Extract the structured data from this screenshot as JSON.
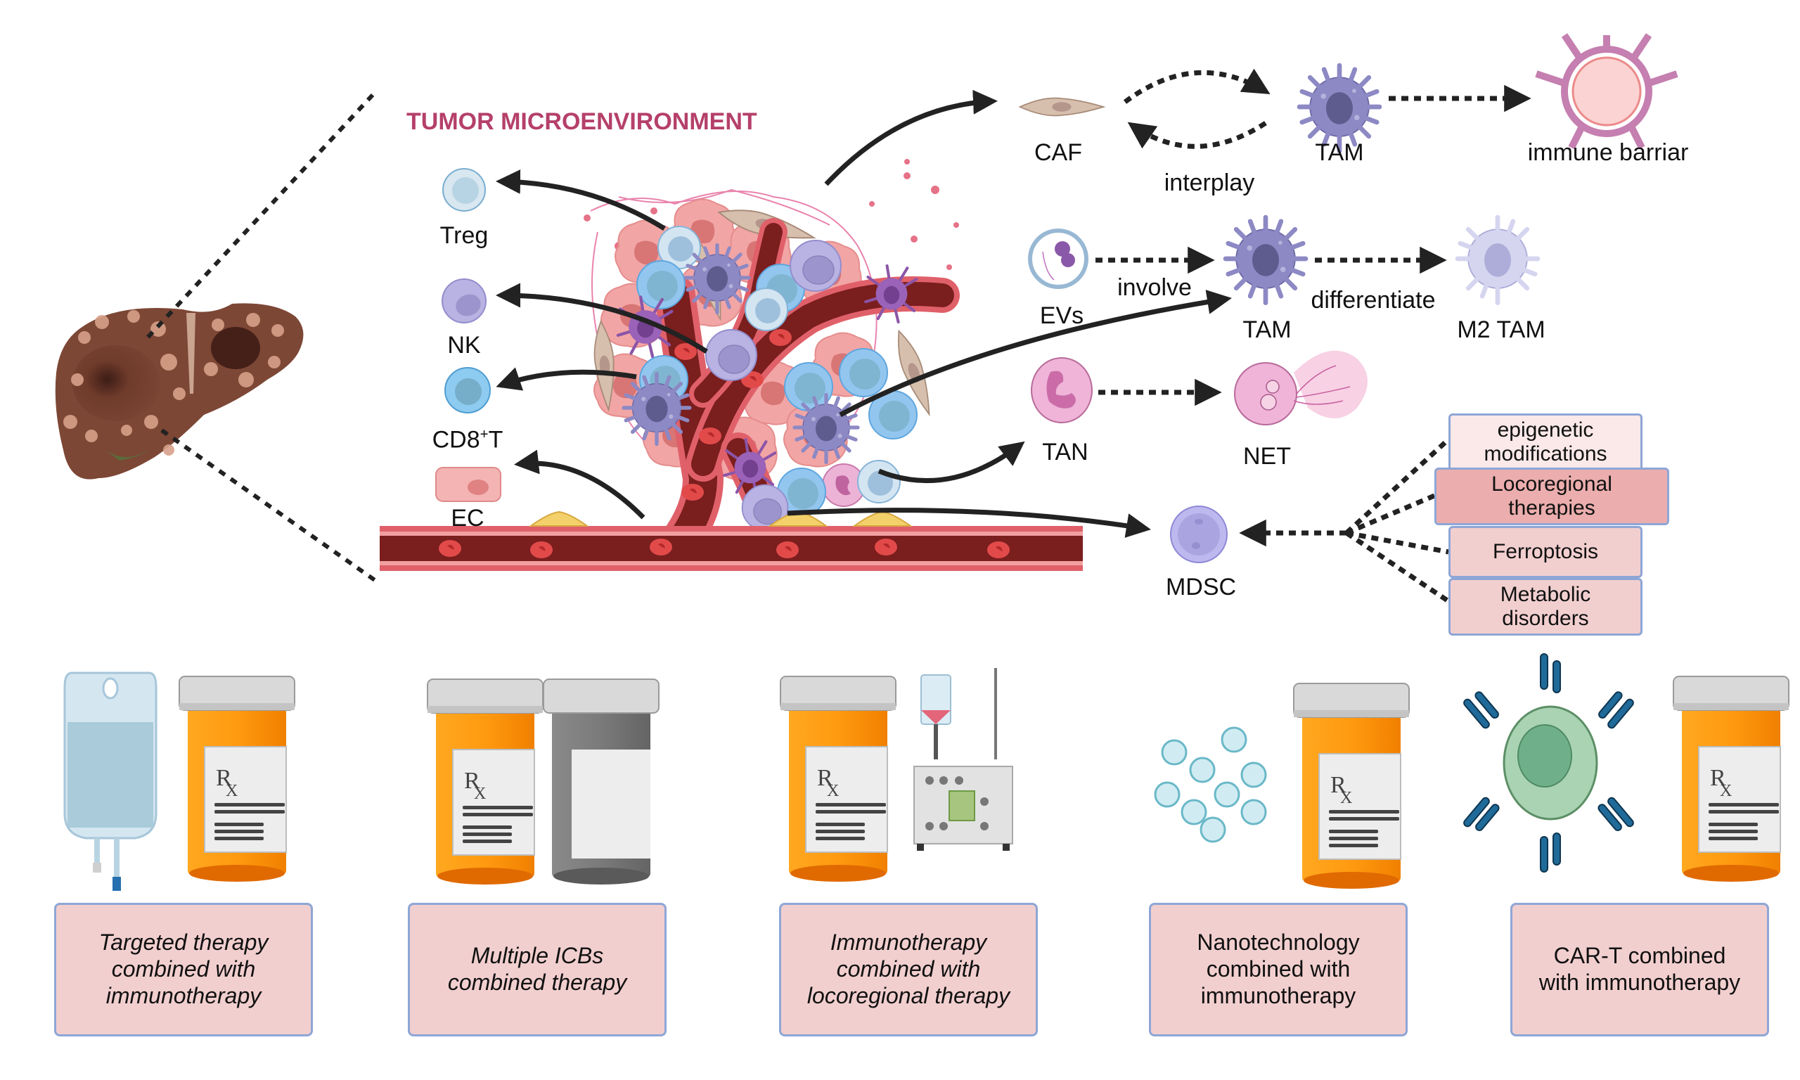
{
  "title": "TUMOR MICROENVIRONMENT",
  "colors": {
    "title": "#b5406a",
    "box_fill": "#f2cfcf",
    "box_fill_light": "#fbe9e9",
    "box_fill_dark": "#ebadad",
    "box_border": "#8ea6d6",
    "vessel_dark": "#7a1e1e",
    "vessel_edge": "#e0606a",
    "arrow": "#222222"
  },
  "left_cells": [
    {
      "id": "treg",
      "label": "Treg",
      "icon": "treg-cell-icon"
    },
    {
      "id": "nk",
      "label": "NK",
      "icon": "nk-cell-icon"
    },
    {
      "id": "cd8",
      "label": "CD8",
      "label_sup": "+",
      "label_suffix": "T",
      "icon": "cd8-t-cell-icon"
    },
    {
      "id": "ec",
      "label": "EC",
      "icon": "endothelial-cell-icon"
    }
  ],
  "right_flow": {
    "row1": {
      "caf": "CAF",
      "interplay": "interplay",
      "tam": "TAM",
      "barrier": "immune barriar"
    },
    "row2": {
      "evs": "EVs",
      "involve": "involve",
      "tam": "TAM",
      "differentiate": "differentiate",
      "m2tam": "M2 TAM"
    },
    "row3": {
      "tan": "TAN",
      "net": "NET"
    },
    "row4": {
      "mdsc": "MDSC"
    }
  },
  "mdsc_factors": [
    {
      "label": "epigenetic\nmodifications",
      "shade": "light"
    },
    {
      "label": "Locoregional\ntherapies",
      "shade": "dark"
    },
    {
      "label": "Ferroptosis",
      "shade": "mid"
    },
    {
      "label": "Metabolic\ndisorders",
      "shade": "mid"
    }
  ],
  "rx_label": {
    "r": "R",
    "x": "X"
  },
  "therapies": [
    {
      "label": "Targeted therapy\ncombined with\nimmunotherapy",
      "italic": true,
      "icons": [
        "iv-bag-icon",
        "pill-bottle-icon"
      ]
    },
    {
      "label": "Multiple ICBs\ncombined therapy",
      "italic": true,
      "icons": [
        "pill-bottle-icon",
        "grey-pill-bottle-icon"
      ]
    },
    {
      "label": "Immunotherapy\ncombined with\nlocoregional therapy",
      "italic": true,
      "icons": [
        "pill-bottle-icon",
        "perfusion-machine-icon"
      ]
    },
    {
      "label": "Nanotechnology\ncombined with\nimmunotherapy",
      "italic": false,
      "icons": [
        "nanoparticles-icon",
        "pill-bottle-icon"
      ]
    },
    {
      "label": "CAR-T combined\nwith immunotherapy",
      "italic": false,
      "icons": [
        "car-t-cell-icon",
        "pill-bottle-icon"
      ]
    }
  ]
}
